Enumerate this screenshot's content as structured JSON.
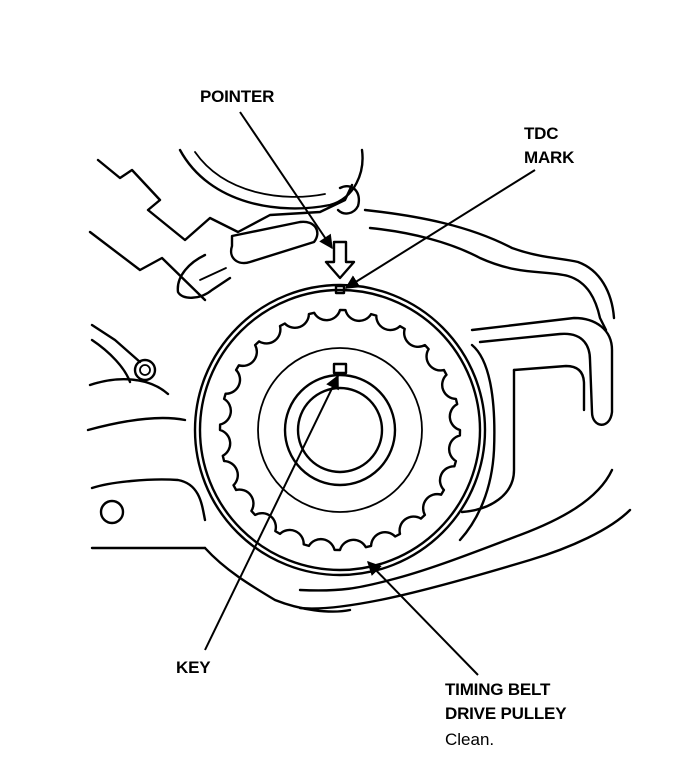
{
  "labels": {
    "pointer": "POINTER",
    "tdc_line1": "TDC",
    "tdc_line2": "MARK",
    "key": "KEY",
    "pulley_line1": "TIMING BELT",
    "pulley_line2": "DRIVE PULLEY",
    "pulley_note": "Clean."
  },
  "colors": {
    "ink": "#000000",
    "paper": "#ffffff"
  }
}
